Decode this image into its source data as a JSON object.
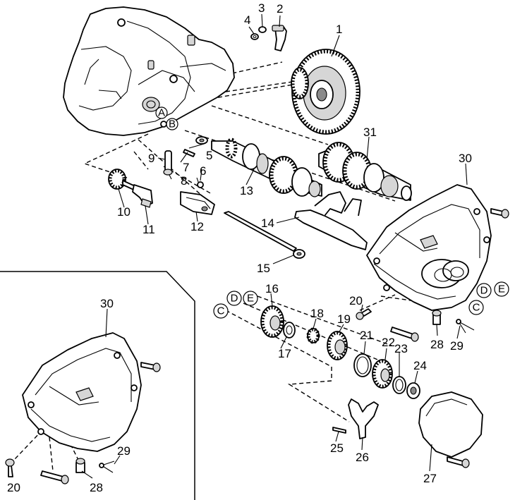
{
  "labels": {
    "p1": "1",
    "p2": "2",
    "p3": "3",
    "p4": "4",
    "p5": "5",
    "p6": "6",
    "p7": "7",
    "p8": "8",
    "p9": "9",
    "p10": "10",
    "p11": "11",
    "p12": "12",
    "p13": "13",
    "p14": "14",
    "p15": "15",
    "p16": "16",
    "p17": "17",
    "p18": "18",
    "p19": "19",
    "p20": "20",
    "p21": "21",
    "p22": "22",
    "p23": "23",
    "p24": "24",
    "p25": "25",
    "p26": "26",
    "p27": "27",
    "p28": "28",
    "p29": "29",
    "p30": "30",
    "p31": "31",
    "inset_p20": "20",
    "inset_p28": "28",
    "inset_p29": "29",
    "inset_p30": "30"
  },
  "letters": {
    "a": "A",
    "b": "B",
    "c": "C",
    "d": "D",
    "e": "E"
  }
}
